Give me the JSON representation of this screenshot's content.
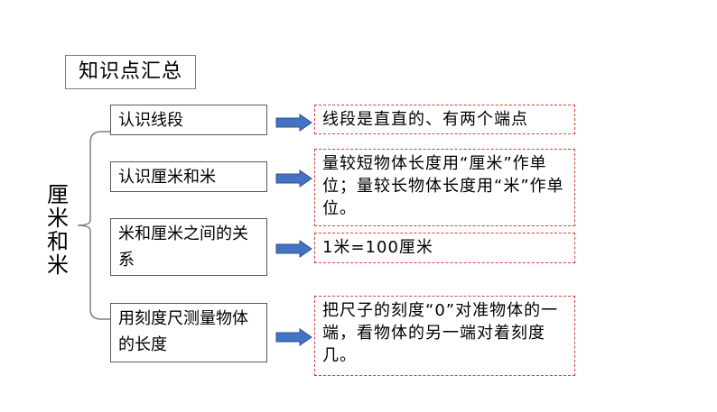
{
  "title": "知识点汇总",
  "root_label": "厘米和米",
  "accent_arrow": "#4472c4",
  "rows": [
    {
      "topic": "认识线段",
      "detail": "线段是直直的、有两个端点"
    },
    {
      "topic": "认识厘米和米",
      "detail": "量较短物体长度用“厘米”作单位；量较长物体长度用“米”作单位。"
    },
    {
      "topic": "米和厘米之间的关系",
      "detail": "1米=100厘米"
    },
    {
      "topic": "用刻度尺测量物体的长度",
      "detail": "把尺子的刻度“0”对准物体的一端，看物体的另一端对着刻度几。"
    }
  ]
}
